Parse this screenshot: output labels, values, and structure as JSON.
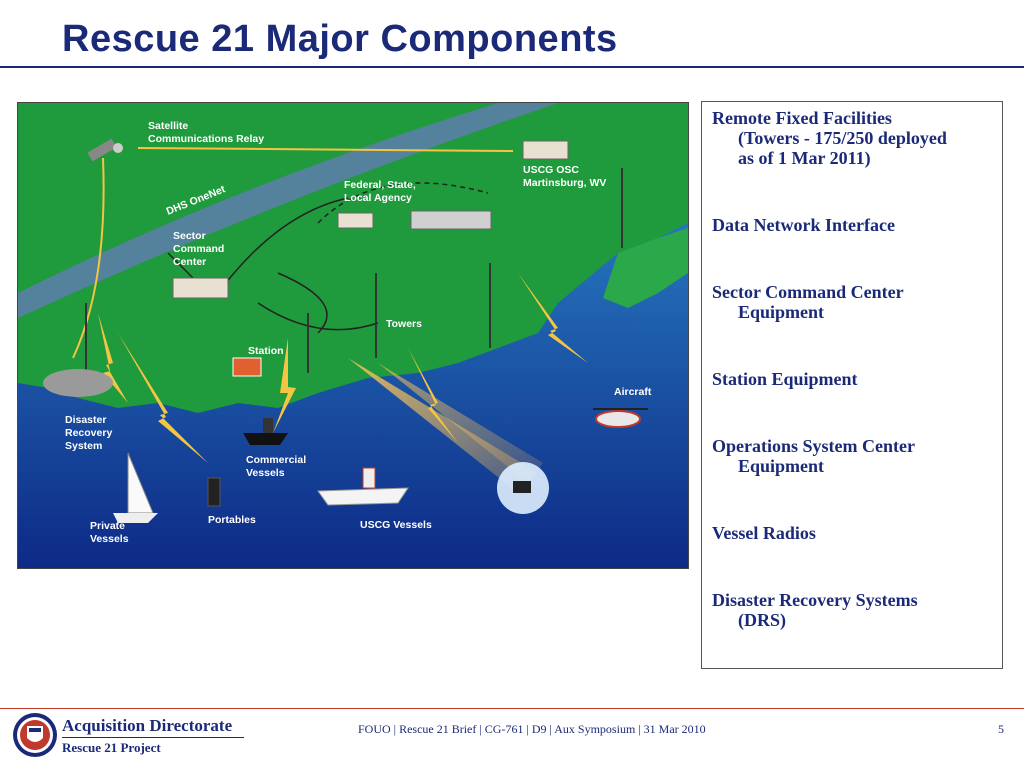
{
  "slide": {
    "title": "Rescue 21 Major Components",
    "page_number": "5"
  },
  "diagram": {
    "labels": {
      "satellite": [
        "Satellite",
        "Communications Relay"
      ],
      "dhs": "DHS OneNet",
      "usgc_osc": [
        "USCG OSC",
        "Martinsburg, WV"
      ],
      "agency": [
        "Federal, State,",
        "Local Agency"
      ],
      "sector": [
        "Sector",
        "Command",
        "Center"
      ],
      "towers": "Towers",
      "station": "Station",
      "aircraft": "Aircraft",
      "drs": [
        "Disaster",
        "Recovery",
        "System"
      ],
      "commercial": [
        "Commercial",
        "Vessels"
      ],
      "portables": "Portables",
      "uscg_vessels": "USCG Vessels",
      "private": [
        "Private",
        "Vessels"
      ]
    }
  },
  "components": [
    {
      "line1": "Remote Fixed Facilities",
      "line2": "(Towers - 175/250 deployed",
      "line3": "as of 1 Mar 2011)"
    },
    {
      "line1": "Data Network Interface"
    },
    {
      "line1": "Sector Command Center",
      "line2": "Equipment"
    },
    {
      "line1": "Station Equipment"
    },
    {
      "line1": "Operations System Center",
      "line2": "Equipment"
    },
    {
      "line1": "Vessel Radios"
    },
    {
      "line1": "Disaster Recovery Systems",
      "line2": "(DRS)"
    }
  ],
  "footer": {
    "org_name": "Acquisition Directorate",
    "org_sub": "Rescue 21 Project",
    "text": "FOUO | Rescue 21 Brief | CG-761 | D9 | Aux Symposium | 31 Mar 2010"
  },
  "colors": {
    "title": "#1b2a78",
    "rule": "#1b2a78",
    "footer_rule": "#c0392b"
  }
}
